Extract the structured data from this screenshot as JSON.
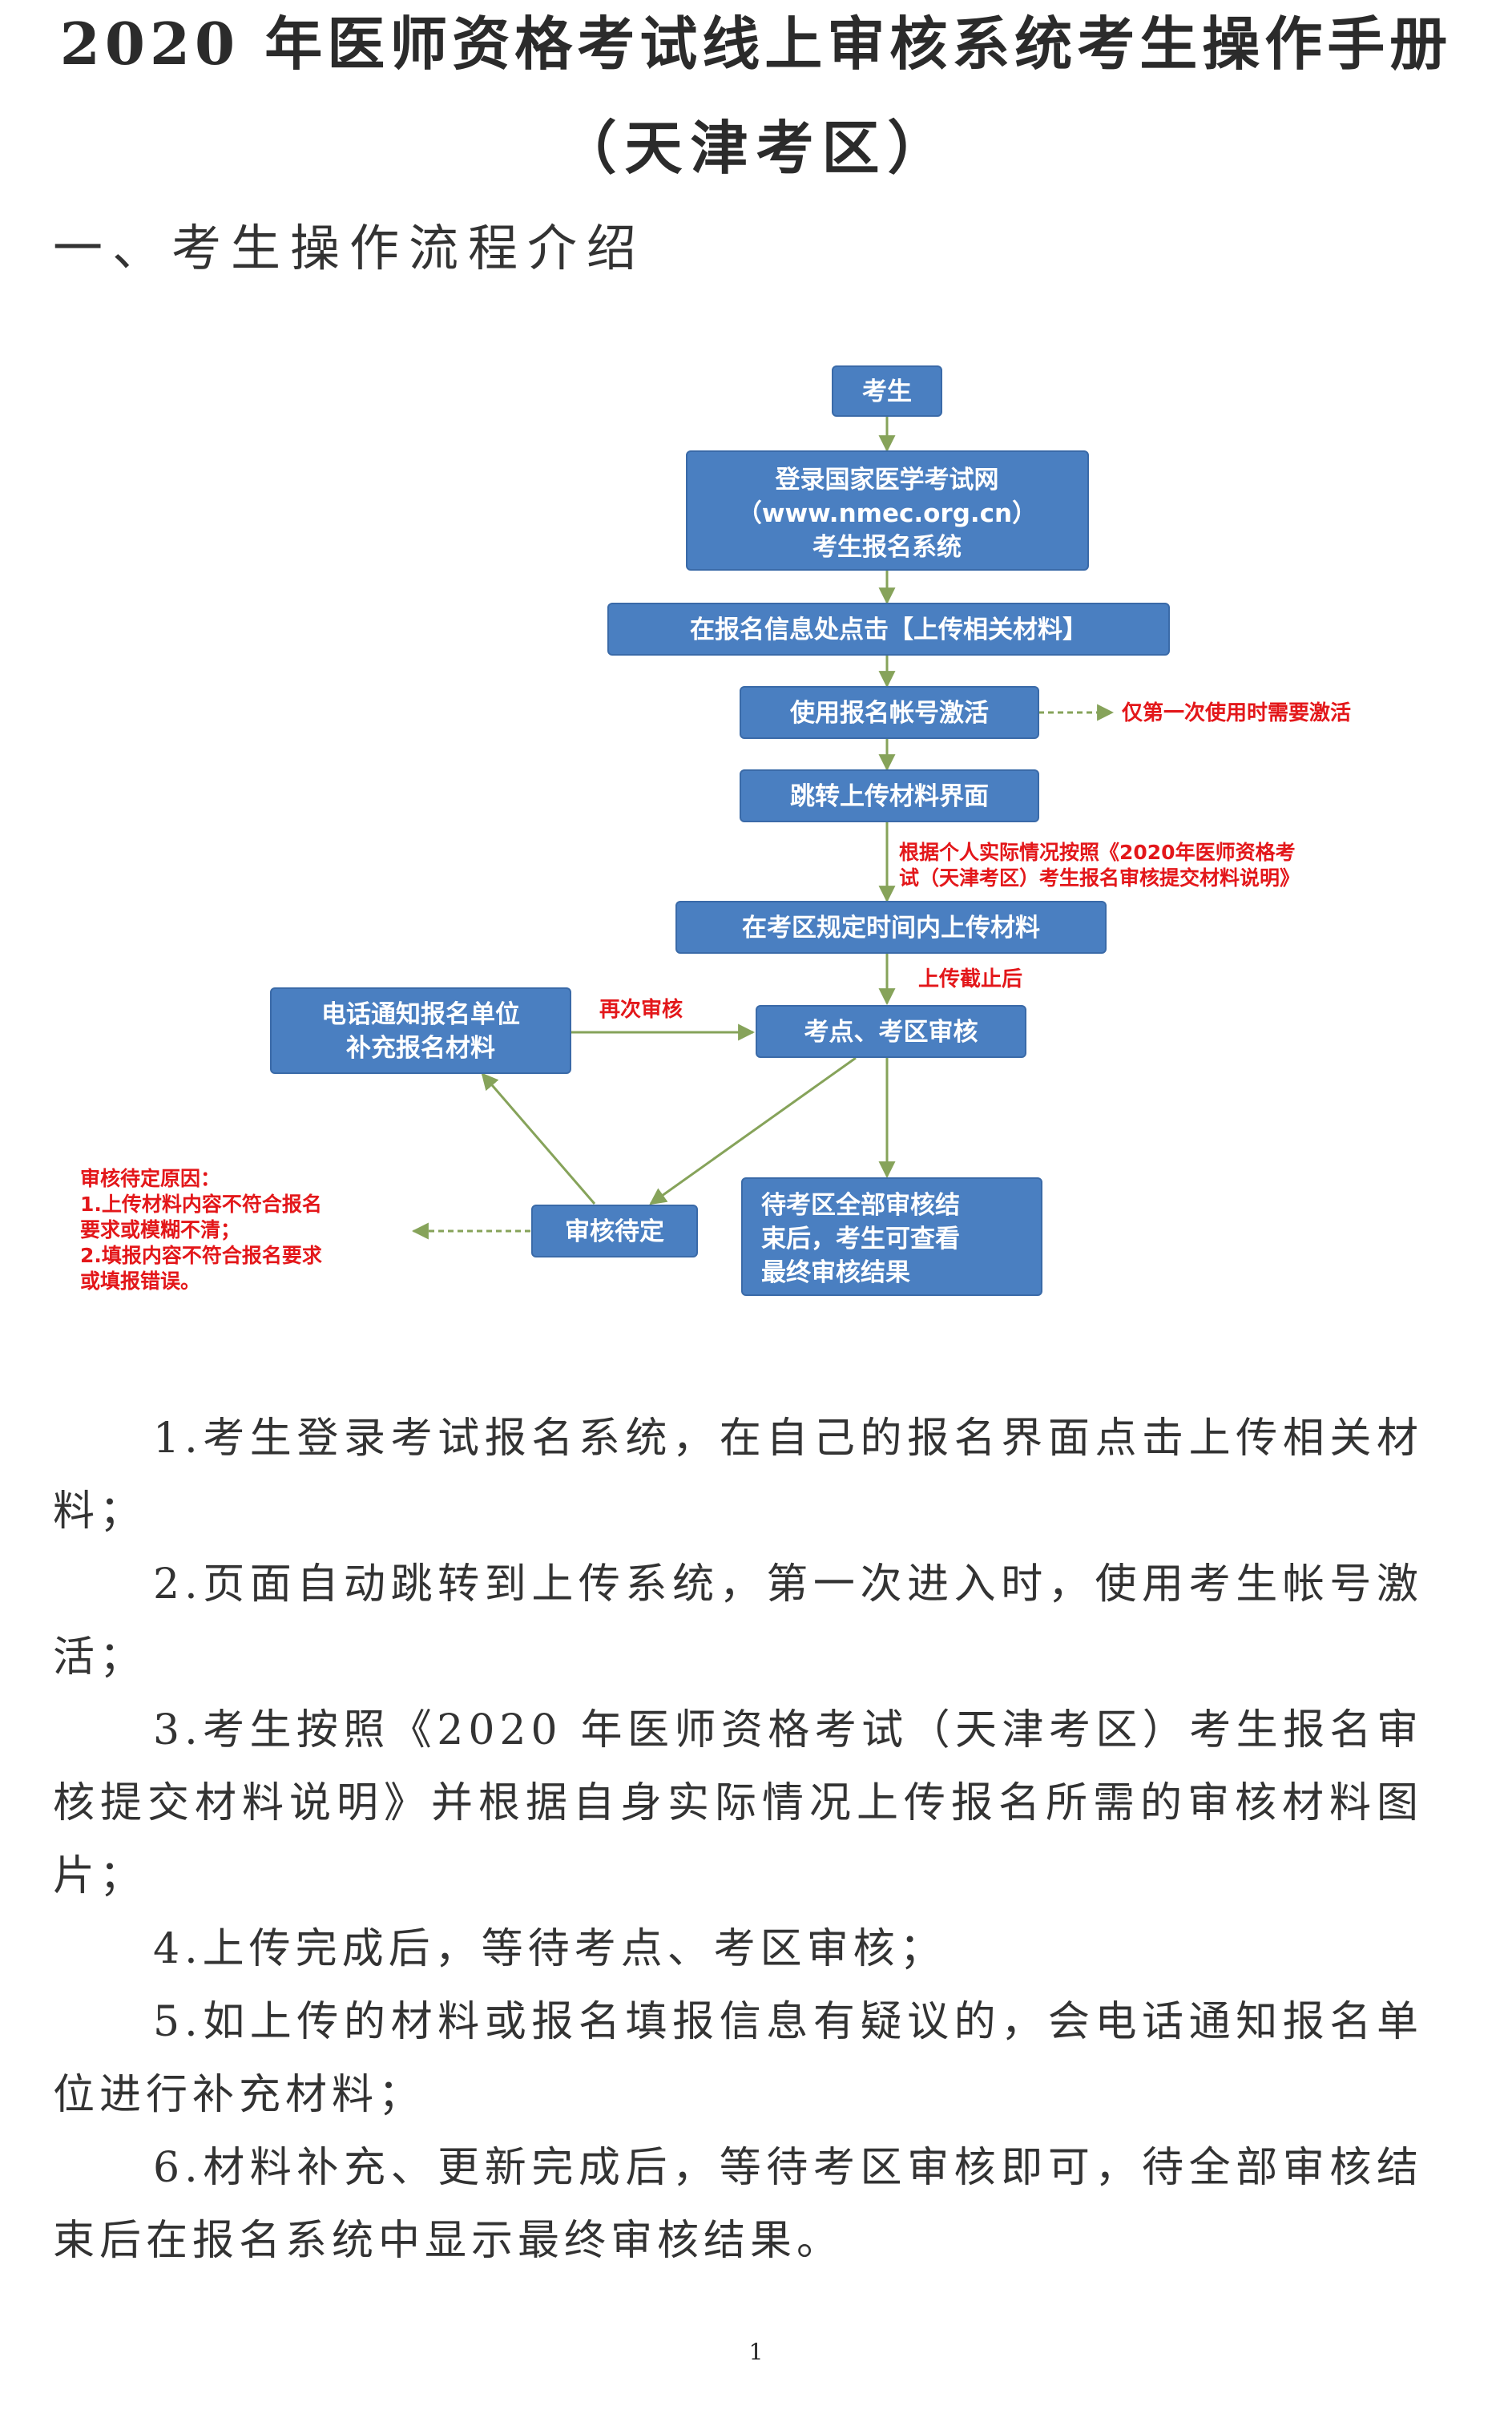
{
  "document": {
    "title_line1": "2020 年医师资格考试线上审核系统考生操作手册",
    "title_line2": "（天津考区）",
    "section_heading": "一、考生操作流程介绍",
    "page_number": "1"
  },
  "flowchart": {
    "colors": {
      "box_fill": "#4a7fc1",
      "box_border": "#3a6aa8",
      "arrow": "#86a35a",
      "note": "#e3171a"
    },
    "nodes": {
      "start": "考生",
      "login_line1": "登录国家医学考试网",
      "login_line2": "（www.nmec.org.cn）",
      "login_line3": "考生报名系统",
      "click_upload": "在报名信息处点击【上传相关材料】",
      "activate": "使用报名帐号激活",
      "jump_upload": "跳转上传材料界面",
      "upload_in_time": "在考区规定时间内上传材料",
      "review": "考点、考区审核",
      "phone_line1": "电话通知报名单位",
      "phone_line2": "补充报名材料",
      "pending": "审核待定",
      "final_line1": "待考区全部审核结",
      "final_line2": "束后，考生可查看",
      "final_line3": "最终审核结果"
    },
    "notes": {
      "first_use": "仅第一次使用时需要激活",
      "by_situation_line1": "根据个人实际情况按照《2020年医师资格考",
      "by_situation_line2": "试（天津考区）考生报名审核提交材料说明》",
      "deadline": "上传截止后",
      "re_review": "再次审核",
      "pending_reasons_title": "审核待定原因：",
      "pending_reason1_line1": "1.上传材料内容不符合报名",
      "pending_reason1_line2": "要求或模糊不清；",
      "pending_reason2_line1": "2.填报内容不符合报名要求",
      "pending_reason2_line2": "或填报错误。"
    }
  },
  "steps": [
    "1.考生登录考试报名系统，在自己的报名界面点击上传相关材料；",
    "2.页面自动跳转到上传系统，第一次进入时，使用考生帐号激活；",
    "3.考生按照《2020 年医师资格考试（天津考区）考生报名审核提交材料说明》并根据自身实际情况上传报名所需的审核材料图片；",
    "4.上传完成后，等待考点、考区审核；",
    "5.如上传的材料或报名填报信息有疑议的，会电话通知报名单位进行补充材料；",
    "6.材料补充、更新完成后，等待考区审核即可，待全部审核结束后在报名系统中显示最终审核结果。"
  ]
}
